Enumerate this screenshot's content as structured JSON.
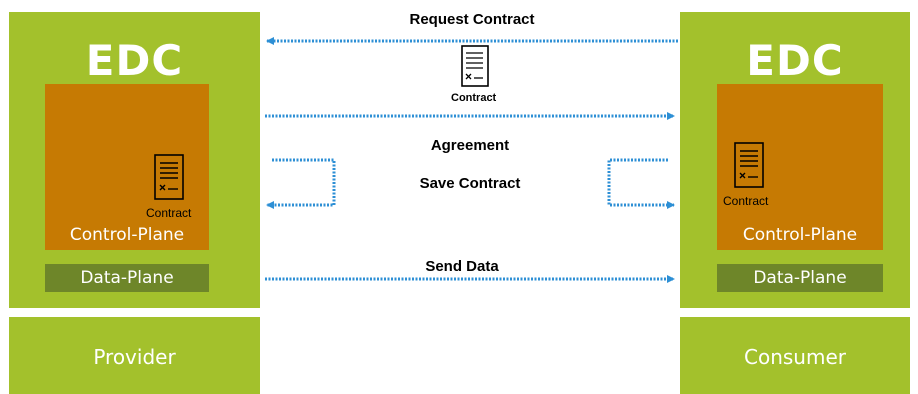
{
  "provider": {
    "edc_label": "EDC",
    "control_plane_label": "Control-Plane",
    "data_plane_label": "Data-Plane",
    "contract_label": "Contract",
    "role_label": "Provider"
  },
  "consumer": {
    "edc_label": "EDC",
    "control_plane_label": "Control-Plane",
    "data_plane_label": "Data-Plane",
    "contract_label": "Contract",
    "role_label": "Consumer"
  },
  "flows": {
    "request_contract": "Request Contract",
    "contract_doc_label": "Contract",
    "agreement": "Agreement",
    "save_contract": "Save Contract",
    "send_data": "Send Data"
  },
  "icons": {
    "contract": "contract-document-icon"
  },
  "colors": {
    "edc_green": "#a3c12c",
    "control_plane_orange": "#c67a03",
    "data_plane_dark_green": "#6e8629",
    "arrow_blue": "#2d8fd5"
  }
}
